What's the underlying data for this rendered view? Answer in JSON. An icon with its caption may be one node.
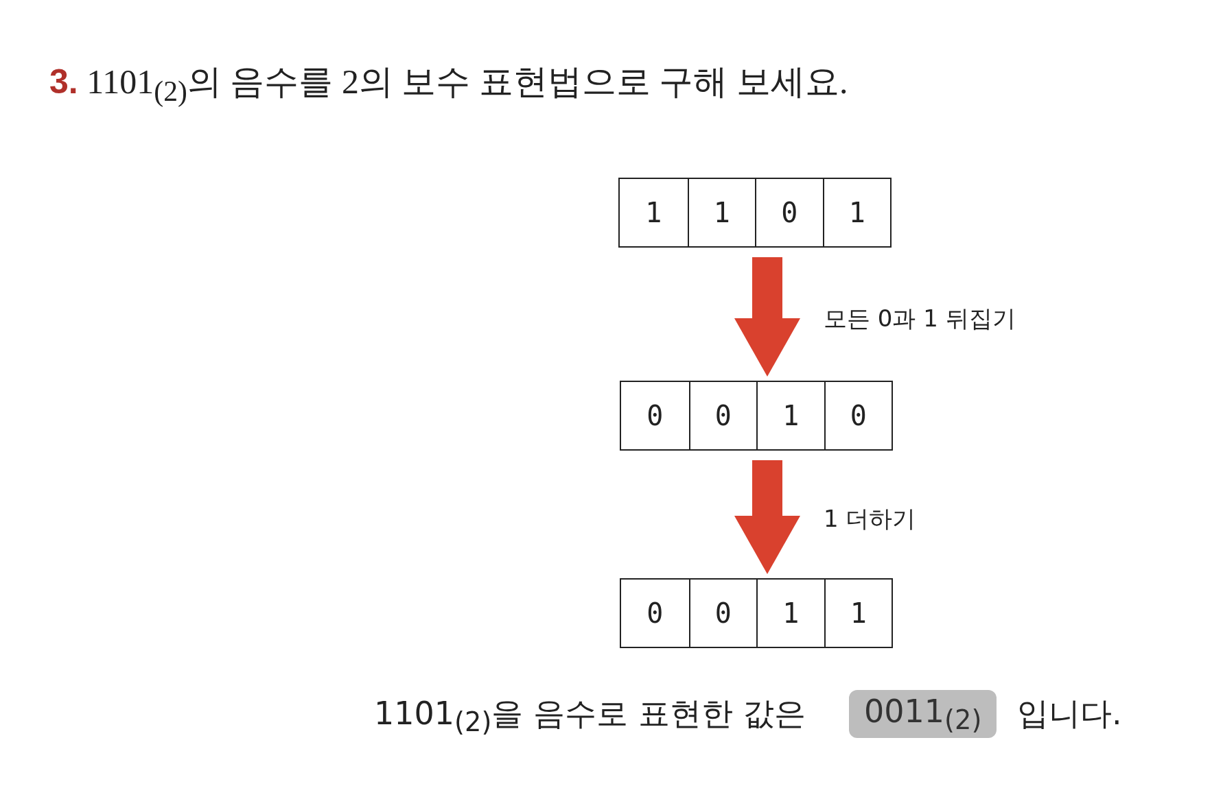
{
  "diagram": {
    "title": "**3.** 1101$_{(2)}$의 음수를 2의 보수 표현법으로 구해 보세요.",
    "nodes": [
      {
        "text": [],
        "shape": "box"
      },
      {
        "text": [
          "1"
        ],
        "in": 0
      },
      {
        "text": [
          "1"
        ],
        "in": 0
      },
      {
        "text": [
          "0"
        ],
        "in": 0
      },
      {
        "text": [
          "1"
        ],
        "in": 0
      },
      {
        "text": [],
        "shape": "box"
      },
      {
        "text": [
          "0"
        ],
        "in": 5
      },
      {
        "text": [
          "0"
        ],
        "in": 5
      },
      {
        "text": [
          "1"
        ],
        "in": 5
      },
      {
        "text": [
          "0"
        ],
        "in": 5
      },
      {
        "text": [],
        "shape": "box"
      },
      {
        "text": [
          "0"
        ],
        "in": 10
      },
      {
        "text": [
          "0"
        ],
        "in": 10
      },
      {
        "text": [
          "1"
        ],
        "in": 10
      },
      {
        "text": [
          "1"
        ],
        "in": 10
      }
    ],
    "edges": [
      {
        "from": 0,
        "to": 5,
        "arrow": "to",
        "label": "모든 0과 1 뒤집기"
      },
      {
        "from": 5,
        "to": 10,
        "arrow": "to",
        "label": "1 더하기"
      }
    ],
    "labels": [
      "1101$_{(2)}$을 음수로 표현한 값은",
      "0011$_{(2)}$",
      "입니다."
    ]
  }
}
